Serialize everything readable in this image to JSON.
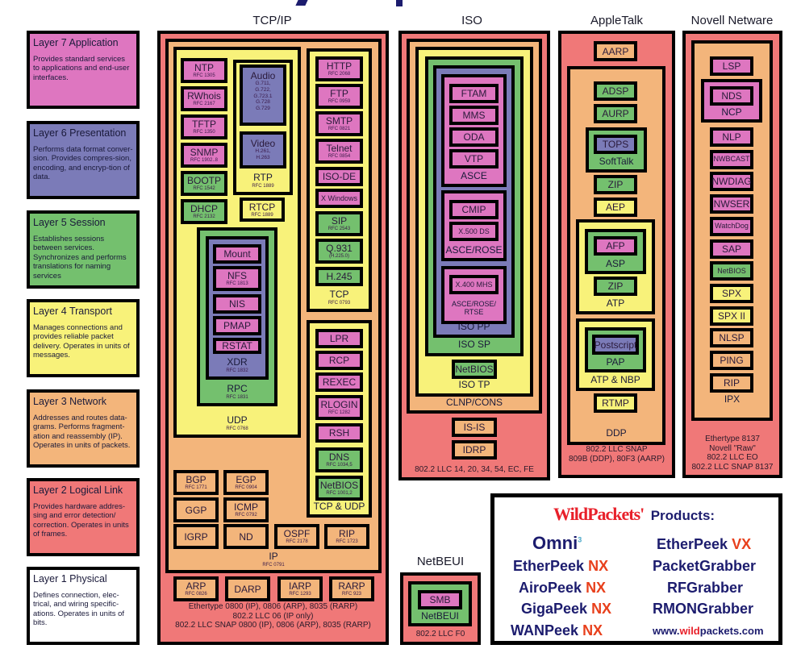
{
  "columns": {
    "tcpip": "TCP/IP",
    "iso": "ISO",
    "appletalk": "AppleTalk",
    "novell": "Novell Netware",
    "netbeui": "NetBEUI"
  },
  "colors": {
    "layer7": "#de76c0",
    "layer6": "#7b7bb8",
    "layer5": "#74c06e",
    "layer4": "#f8f27a",
    "layer3": "#f3b57b",
    "layer2": "#f07878",
    "layer1": "#ffffff",
    "brand_red": "#e8401c",
    "brand_navy": "#1c1c6e"
  },
  "layers": [
    {
      "title": "Layer 7 Application",
      "desc": "Provides standard services to applications and end-user interfaces."
    },
    {
      "title": "Layer 6 Presentation",
      "desc": "Performs data format conver-sion.  Provides compres-sion, encoding, and encryp-tion of data."
    },
    {
      "title": "Layer 5 Session",
      "desc": "Establishes sessions between services. Synchronizes and performs translations for naming services"
    },
    {
      "title": "Layer 4 Transport",
      "desc": "Manages connections and provides reliable packet delivery. Operates in units of messages."
    },
    {
      "title": "Layer 3 Network",
      "desc": "Addresses and routes data-grams. Performs fragment-ation and reassembly (IP). Operates in units of packets."
    },
    {
      "title": "Layer 2 Logical Link",
      "desc": "Provides hardware addres-sing and error detection/ correction.  Operates in units of frames."
    },
    {
      "title": "Layer 1 Physical",
      "desc": "Defines connection, elec-trical, and wiring specific-ations.  Operates in units of bits."
    }
  ],
  "tcpip": {
    "app_left": [
      {
        "name": "NTP",
        "rfc": "RFC 1305"
      },
      {
        "name": "RWhois",
        "rfc": "RFC 2167"
      },
      {
        "name": "TFTP",
        "rfc": "RFC 1350"
      },
      {
        "name": "SNMP",
        "rfc": "RFC 1902..8"
      },
      {
        "name": "BOOTP",
        "rfc": "RFC 1542"
      },
      {
        "name": "DHCP",
        "rfc": "RFC 2132"
      }
    ],
    "audio": {
      "name": "Audio",
      "codecs": [
        "G.711,",
        "G.722,",
        "G.723.1",
        "G.728",
        "G.729"
      ]
    },
    "video": {
      "name": "Video",
      "codecs": [
        "H.261,",
        "H.263"
      ]
    },
    "rtp": {
      "name": "RTP",
      "rfc": "RFC 1889"
    },
    "rtcp": {
      "name": "RTCP",
      "rfc": "RFC 1889"
    },
    "rpc_stack": [
      {
        "name": "Mount",
        "rfc": ""
      },
      {
        "name": "NFS",
        "rfc": "RFC 1813"
      },
      {
        "name": "NIS",
        "rfc": ""
      },
      {
        "name": "PMAP",
        "rfc": ""
      },
      {
        "name": "RSTAT",
        "rfc": ""
      }
    ],
    "xdr": {
      "name": "XDR",
      "rfc": "RFC 1832"
    },
    "rpc": {
      "name": "RPC",
      "rfc": "RFC 1831"
    },
    "udp": {
      "name": "UDP",
      "rfc": "RFC 0768"
    },
    "tcp_apps": [
      {
        "name": "HTTP",
        "rfc": "RFC 2068"
      },
      {
        "name": "FTP",
        "rfc": "RFC 0959"
      },
      {
        "name": "SMTP",
        "rfc": "RFC 0821"
      },
      {
        "name": "Telnet",
        "rfc": "RFC 0854"
      },
      {
        "name": "ISO-DE",
        "rfc": ""
      },
      {
        "name": "X Windows",
        "rfc": ""
      },
      {
        "name": "SIP",
        "rfc": "RFC 2543"
      },
      {
        "name": "Q.931",
        "rfc": "(H.225.0)"
      },
      {
        "name": "H.245",
        "rfc": ""
      }
    ],
    "tcp": {
      "name": "TCP",
      "rfc": "RFC 0793"
    },
    "both_apps": [
      {
        "name": "LPR",
        "rfc": ""
      },
      {
        "name": "RCP",
        "rfc": ""
      },
      {
        "name": "REXEC",
        "rfc": ""
      },
      {
        "name": "RLOGIN",
        "rfc": "RFC 1282"
      },
      {
        "name": "RSH",
        "rfc": ""
      },
      {
        "name": "DNS",
        "rfc": "RFC 1034,5"
      },
      {
        "name": "NetBIOS",
        "rfc": "RFC 1001,2"
      }
    ],
    "tcp_udp": "TCP & UDP",
    "routing": [
      {
        "name": "BGP",
        "rfc": "RFC 1771"
      },
      {
        "name": "EGP",
        "rfc": "RFC 0904"
      },
      {
        "name": "GGP",
        "rfc": ""
      },
      {
        "name": "ICMP",
        "rfc": "RFC 0792"
      },
      {
        "name": "IGRP",
        "rfc": ""
      },
      {
        "name": "ND",
        "rfc": ""
      },
      {
        "name": "OSPF",
        "rfc": "RFC 2178"
      },
      {
        "name": "RIP",
        "rfc": "RFC 1723"
      }
    ],
    "ip": {
      "name": "IP",
      "rfc": "RFC 0791"
    },
    "link": [
      {
        "name": "ARP",
        "rfc": "RFC 0826"
      },
      {
        "name": "DARP",
        "rfc": ""
      },
      {
        "name": "IARP",
        "rfc": "RFC 1293"
      },
      {
        "name": "RARP",
        "rfc": "RFC 923"
      }
    ],
    "footer": [
      "Ethertype 0800 (IP), 0806 (ARP), 8035 (RARP)",
      "802.2 LLC 06 (IP only)",
      "802.2 LLC SNAP 0800 (IP), 0806 (ARP), 8035 (RARP)"
    ]
  },
  "iso": {
    "asce_items": [
      "FTAM",
      "MMS",
      "ODA",
      "VTP"
    ],
    "asce": "ASCE",
    "rose_items": [
      "CMIP",
      "X.500 DS"
    ],
    "asce_rose": "ASCE/ROSE",
    "rtse_items": [
      "X.400 MHS"
    ],
    "asce_rose_rtse": "ASCE/ROSE/ RTSE",
    "iso_pp": "ISO PP",
    "iso_sp": "ISO SP",
    "netbios": "NetBIOS",
    "iso_tp": "ISO TP",
    "clnp": "CLNP/CONS",
    "network": [
      "IS-IS",
      "IDRP"
    ],
    "footer": "802.2 LLC 14, 20, 34, 54, EC, FE"
  },
  "appletalk": {
    "aarp": "AARP",
    "adsp": "ADSP",
    "aurp": "AURP",
    "tops": "TOPS",
    "softtalk": "SoftTalk",
    "zip1": "ZIP",
    "aep": "AEP",
    "afp": "AFP",
    "asp": "ASP",
    "zip2": "ZIP",
    "atp": "ATP",
    "postscript": "Postscript",
    "pap": "PAP",
    "atp_nbp": "ATP & NBP",
    "rtmp": "RTMP",
    "ddp": "DDP",
    "footer": [
      "802.2 LLC SNAP",
      "809B (DDP), 80F3 (AARP)"
    ]
  },
  "novell": {
    "lsp": "LSP",
    "nds": "NDS",
    "ncp": "NCP",
    "items": [
      {
        "name": "NLP",
        "color": "#de76c0"
      },
      {
        "name": "NWBCAST",
        "color": "#de76c0"
      },
      {
        "name": "NWDIAG",
        "color": "#de76c0"
      },
      {
        "name": "NWSER",
        "color": "#de76c0"
      },
      {
        "name": "WatchDog",
        "color": "#de76c0"
      },
      {
        "name": "SAP",
        "color": "#de76c0"
      },
      {
        "name": "NetBIOS",
        "color": "#74c06e"
      },
      {
        "name": "SPX",
        "color": "#f8f27a"
      },
      {
        "name": "SPX II",
        "color": "#f8f27a"
      },
      {
        "name": "NLSP",
        "color": "#f3b57b"
      },
      {
        "name": "PING",
        "color": "#f3b57b"
      },
      {
        "name": "RIP",
        "color": "#f3b57b"
      }
    ],
    "ipx": "IPX",
    "footer": [
      "Ethertype 8137",
      "Novell \"Raw\"",
      "802.2 LLC EO",
      "802.2 LLC SNAP 8137"
    ]
  },
  "netbeui": {
    "smb": "SMB",
    "netbeui": "NetBEUI",
    "footer": "802.2 LLC F0"
  },
  "products": {
    "brand_wild": "Wild",
    "brand_packets": "Packets'",
    "heading": "Products:",
    "omni": "Omni",
    "omni_sup": "3",
    "left": [
      {
        "name": "EtherPeek",
        "suffix": "NX"
      },
      {
        "name": "AiroPeek",
        "suffix": "NX"
      },
      {
        "name": "GigaPeek",
        "suffix": "NX"
      },
      {
        "name": "WANPeek",
        "suffix": "NX"
      }
    ],
    "right_top": {
      "name": "EtherPeek",
      "suffix": "VX"
    },
    "right": [
      "PacketGrabber",
      "RFGrabber",
      "RMONGrabber"
    ],
    "url_pre": "www.",
    "url_hl": "wild",
    "url_post": "packets.com"
  }
}
